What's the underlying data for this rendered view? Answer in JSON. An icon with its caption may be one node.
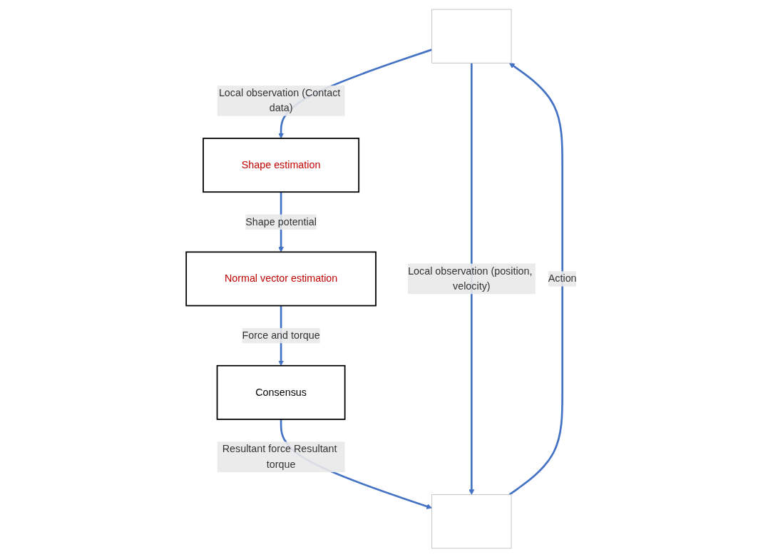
{
  "diagram": {
    "nodes": [
      {
        "text": [],
        "shape": "box"
      },
      {
        "text": [
          "Shape estimation"
        ]
      },
      {
        "text": [
          "Normal vector estimation"
        ]
      },
      {
        "text": [
          "Consensus"
        ]
      },
      {
        "text": [],
        "shape": "box"
      }
    ],
    "edges": [
      {
        "from": 0,
        "to": 1,
        "arrow": "to",
        "label": "Local observation (Contact data)"
      },
      {
        "from": 1,
        "to": 2,
        "arrow": "to",
        "label": "Shape potential"
      },
      {
        "from": 2,
        "to": 3,
        "arrow": "to",
        "label": "Force and torque"
      },
      {
        "from": 3,
        "to": 4,
        "arrow": "to",
        "label": "Resultant force Resultant torque"
      },
      {
        "from": 0,
        "to": 4,
        "arrow": "to",
        "label": "Local observation (position, velocity)"
      },
      {
        "from": 4,
        "to": 0,
        "arrow": "to",
        "label": "Action"
      }
    ]
  }
}
